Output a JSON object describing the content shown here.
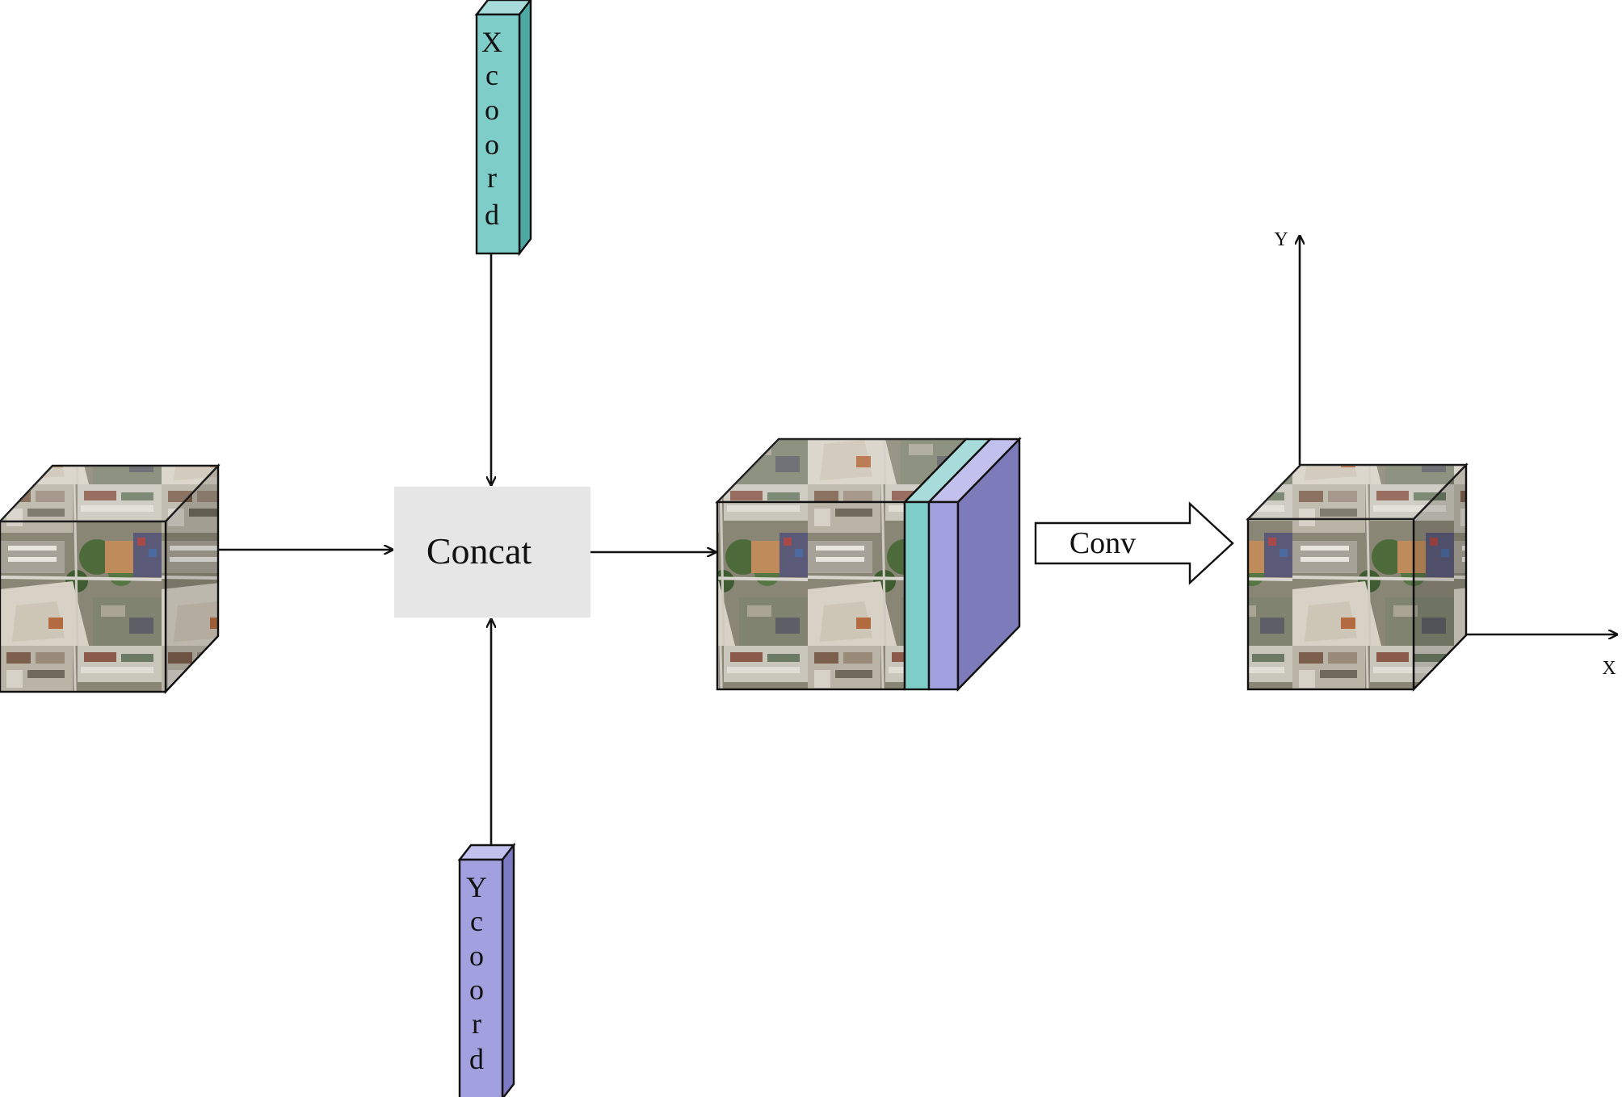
{
  "nodes": {
    "concat_label": "Concat",
    "conv_label": "Conv",
    "xcoord_letters": [
      "X",
      "c",
      "o",
      "o",
      "r",
      "d"
    ],
    "ycoord_letters": [
      "Y",
      "c",
      "o",
      "o",
      "r",
      "d"
    ]
  },
  "axes": {
    "x_label": "X",
    "y_label": "Y"
  },
  "colors": {
    "xcoord_front": "#7ecdc9",
    "xcoord_side": "#4ea9a5",
    "ycoord_front": "#a3a0e0",
    "ycoord_side": "#7d7ac4",
    "concat_box": "#e6e6e6",
    "stroke": "#111111"
  }
}
